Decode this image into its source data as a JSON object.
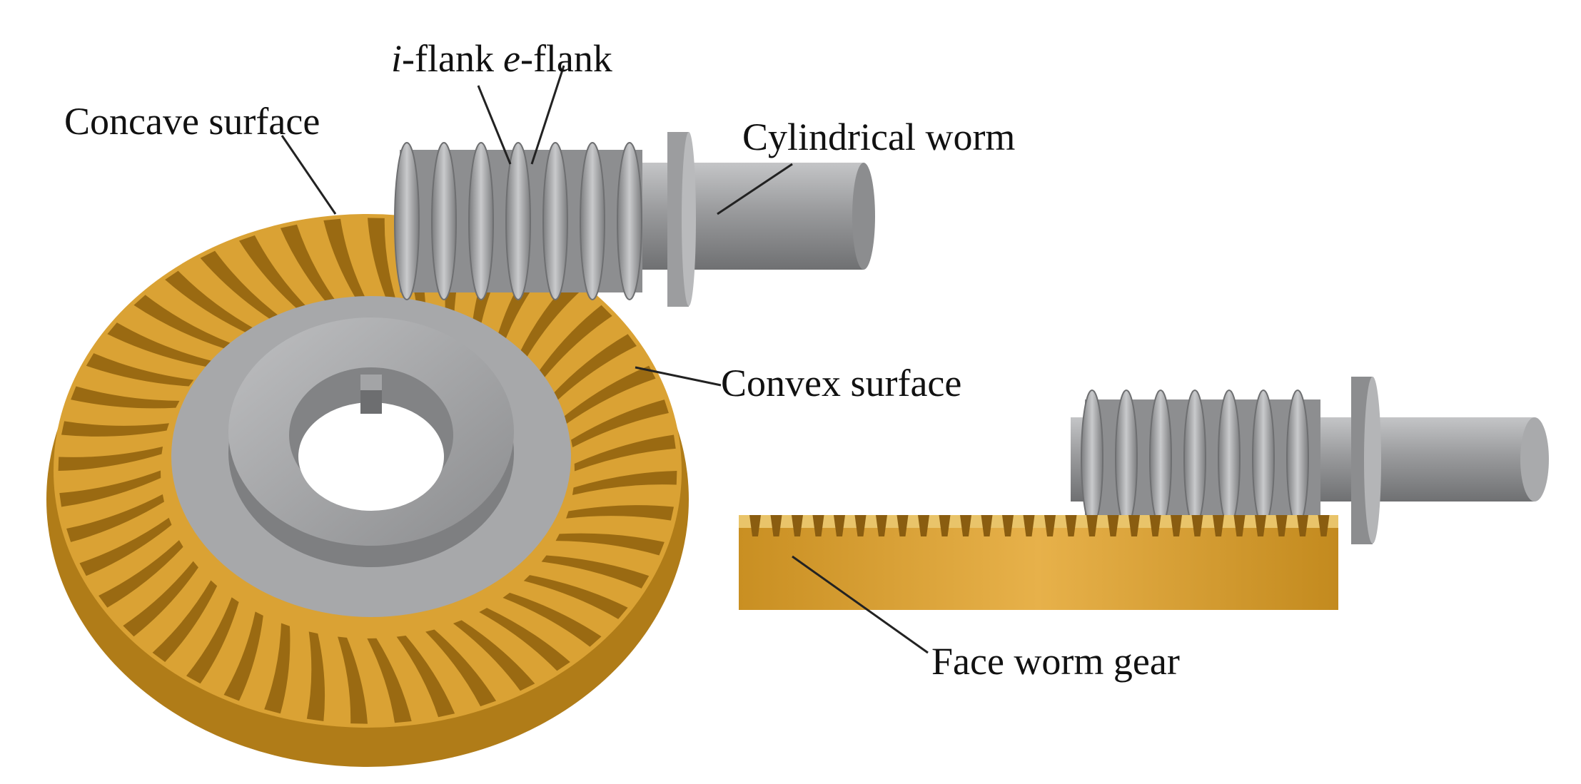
{
  "labels": {
    "i_flank_prefix": "i",
    "i_flank_suffix": "-flank",
    "e_flank_prefix": "e",
    "e_flank_suffix": "-flank",
    "concave_surface": "Concave surface",
    "cylindrical_worm": "Cylindrical worm",
    "convex_surface": "Convex surface",
    "face_worm_gear": "Face worm gear"
  },
  "colors": {
    "gear_bronze": "#d9a233",
    "gear_bronze_dark": "#9a6a12",
    "worm_gray": "#8f9092",
    "worm_gray_light": "#b5b6b8",
    "hub_gray": "#a8a9ab",
    "leader_line": "#222222"
  }
}
